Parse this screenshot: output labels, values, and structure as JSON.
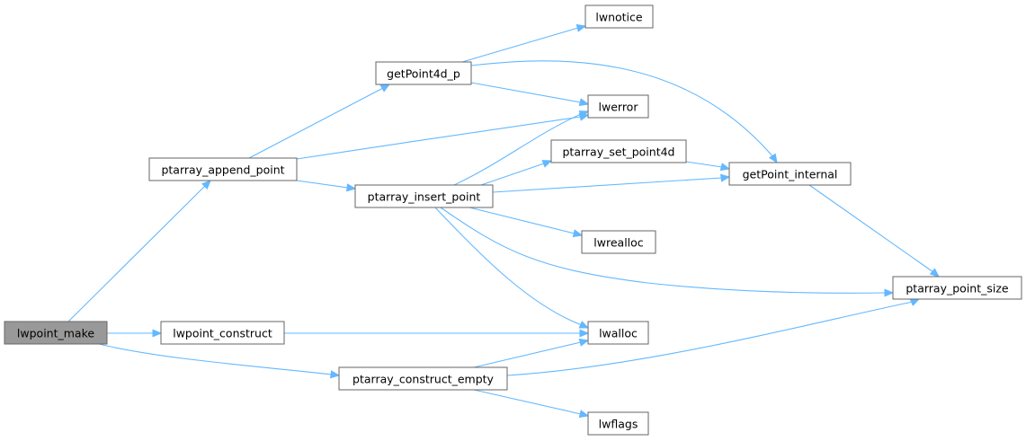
{
  "nodes": [
    {
      "id": "lwpoint_make",
      "label": "lwpoint_make",
      "root": true
    },
    {
      "id": "ptarray_append_point",
      "label": "ptarray_append_point"
    },
    {
      "id": "lwpoint_construct",
      "label": "lwpoint_construct"
    },
    {
      "id": "ptarray_construct_empty",
      "label": "ptarray_construct_empty"
    },
    {
      "id": "getPoint4d_p",
      "label": "getPoint4d_p"
    },
    {
      "id": "ptarray_insert_point",
      "label": "ptarray_insert_point"
    },
    {
      "id": "lwnotice",
      "label": "lwnotice"
    },
    {
      "id": "lwerror",
      "label": "lwerror"
    },
    {
      "id": "ptarray_set_point4d",
      "label": "ptarray_set_point4d"
    },
    {
      "id": "lwrealloc",
      "label": "lwrealloc"
    },
    {
      "id": "lwalloc",
      "label": "lwalloc"
    },
    {
      "id": "lwflags",
      "label": "lwflags"
    },
    {
      "id": "getPoint_internal",
      "label": "getPoint_internal"
    },
    {
      "id": "ptarray_point_size",
      "label": "ptarray_point_size"
    }
  ],
  "edges": [
    {
      "from": "lwpoint_make",
      "to": "ptarray_append_point"
    },
    {
      "from": "lwpoint_make",
      "to": "lwpoint_construct"
    },
    {
      "from": "lwpoint_make",
      "to": "ptarray_construct_empty"
    },
    {
      "from": "ptarray_append_point",
      "to": "getPoint4d_p"
    },
    {
      "from": "ptarray_append_point",
      "to": "lwerror"
    },
    {
      "from": "ptarray_append_point",
      "to": "ptarray_insert_point"
    },
    {
      "from": "getPoint4d_p",
      "to": "lwnotice"
    },
    {
      "from": "getPoint4d_p",
      "to": "lwerror"
    },
    {
      "from": "getPoint4d_p",
      "to": "getPoint_internal"
    },
    {
      "from": "ptarray_insert_point",
      "to": "lwerror"
    },
    {
      "from": "ptarray_insert_point",
      "to": "ptarray_set_point4d"
    },
    {
      "from": "ptarray_insert_point",
      "to": "getPoint_internal"
    },
    {
      "from": "ptarray_insert_point",
      "to": "lwrealloc"
    },
    {
      "from": "ptarray_insert_point",
      "to": "ptarray_point_size"
    },
    {
      "from": "ptarray_insert_point",
      "to": "lwalloc"
    },
    {
      "from": "ptarray_set_point4d",
      "to": "getPoint_internal"
    },
    {
      "from": "getPoint_internal",
      "to": "ptarray_point_size"
    },
    {
      "from": "lwpoint_construct",
      "to": "lwalloc"
    },
    {
      "from": "ptarray_construct_empty",
      "to": "lwalloc"
    },
    {
      "from": "ptarray_construct_empty",
      "to": "ptarray_point_size"
    },
    {
      "from": "ptarray_construct_empty",
      "to": "lwflags"
    }
  ]
}
